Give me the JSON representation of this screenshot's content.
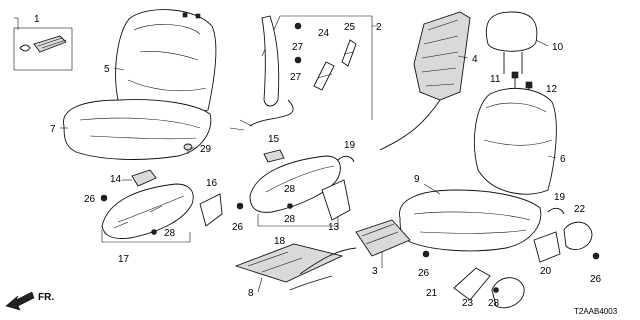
{
  "diagram": {
    "callouts": [
      "1",
      "2",
      "3",
      "4",
      "5",
      "6",
      "7",
      "8",
      "9",
      "10",
      "11",
      "12",
      "13",
      "14",
      "15",
      "16",
      "17",
      "18",
      "19",
      "19",
      "20",
      "21",
      "22",
      "23",
      "24",
      "25",
      "26",
      "26",
      "26",
      "26",
      "27",
      "27",
      "28",
      "28",
      "28",
      "28",
      "29"
    ],
    "direction_label": "FR.",
    "diagram_code": "T2AAB4003"
  }
}
